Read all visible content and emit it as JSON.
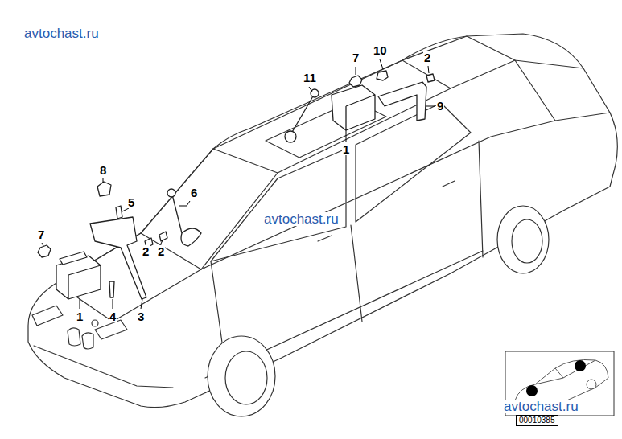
{
  "diagram": {
    "nodes": [
      {
        "text": [
          "00010385"
        ]
      }
    ],
    "labels": [
      "avtochast.ru",
      "10",
      "2",
      "7",
      "11",
      "9",
      "1",
      "8",
      "6",
      "avtochast.ru",
      "5",
      "7",
      "2",
      "2",
      "1",
      "4",
      "3",
      "avtochast.ru"
    ]
  }
}
